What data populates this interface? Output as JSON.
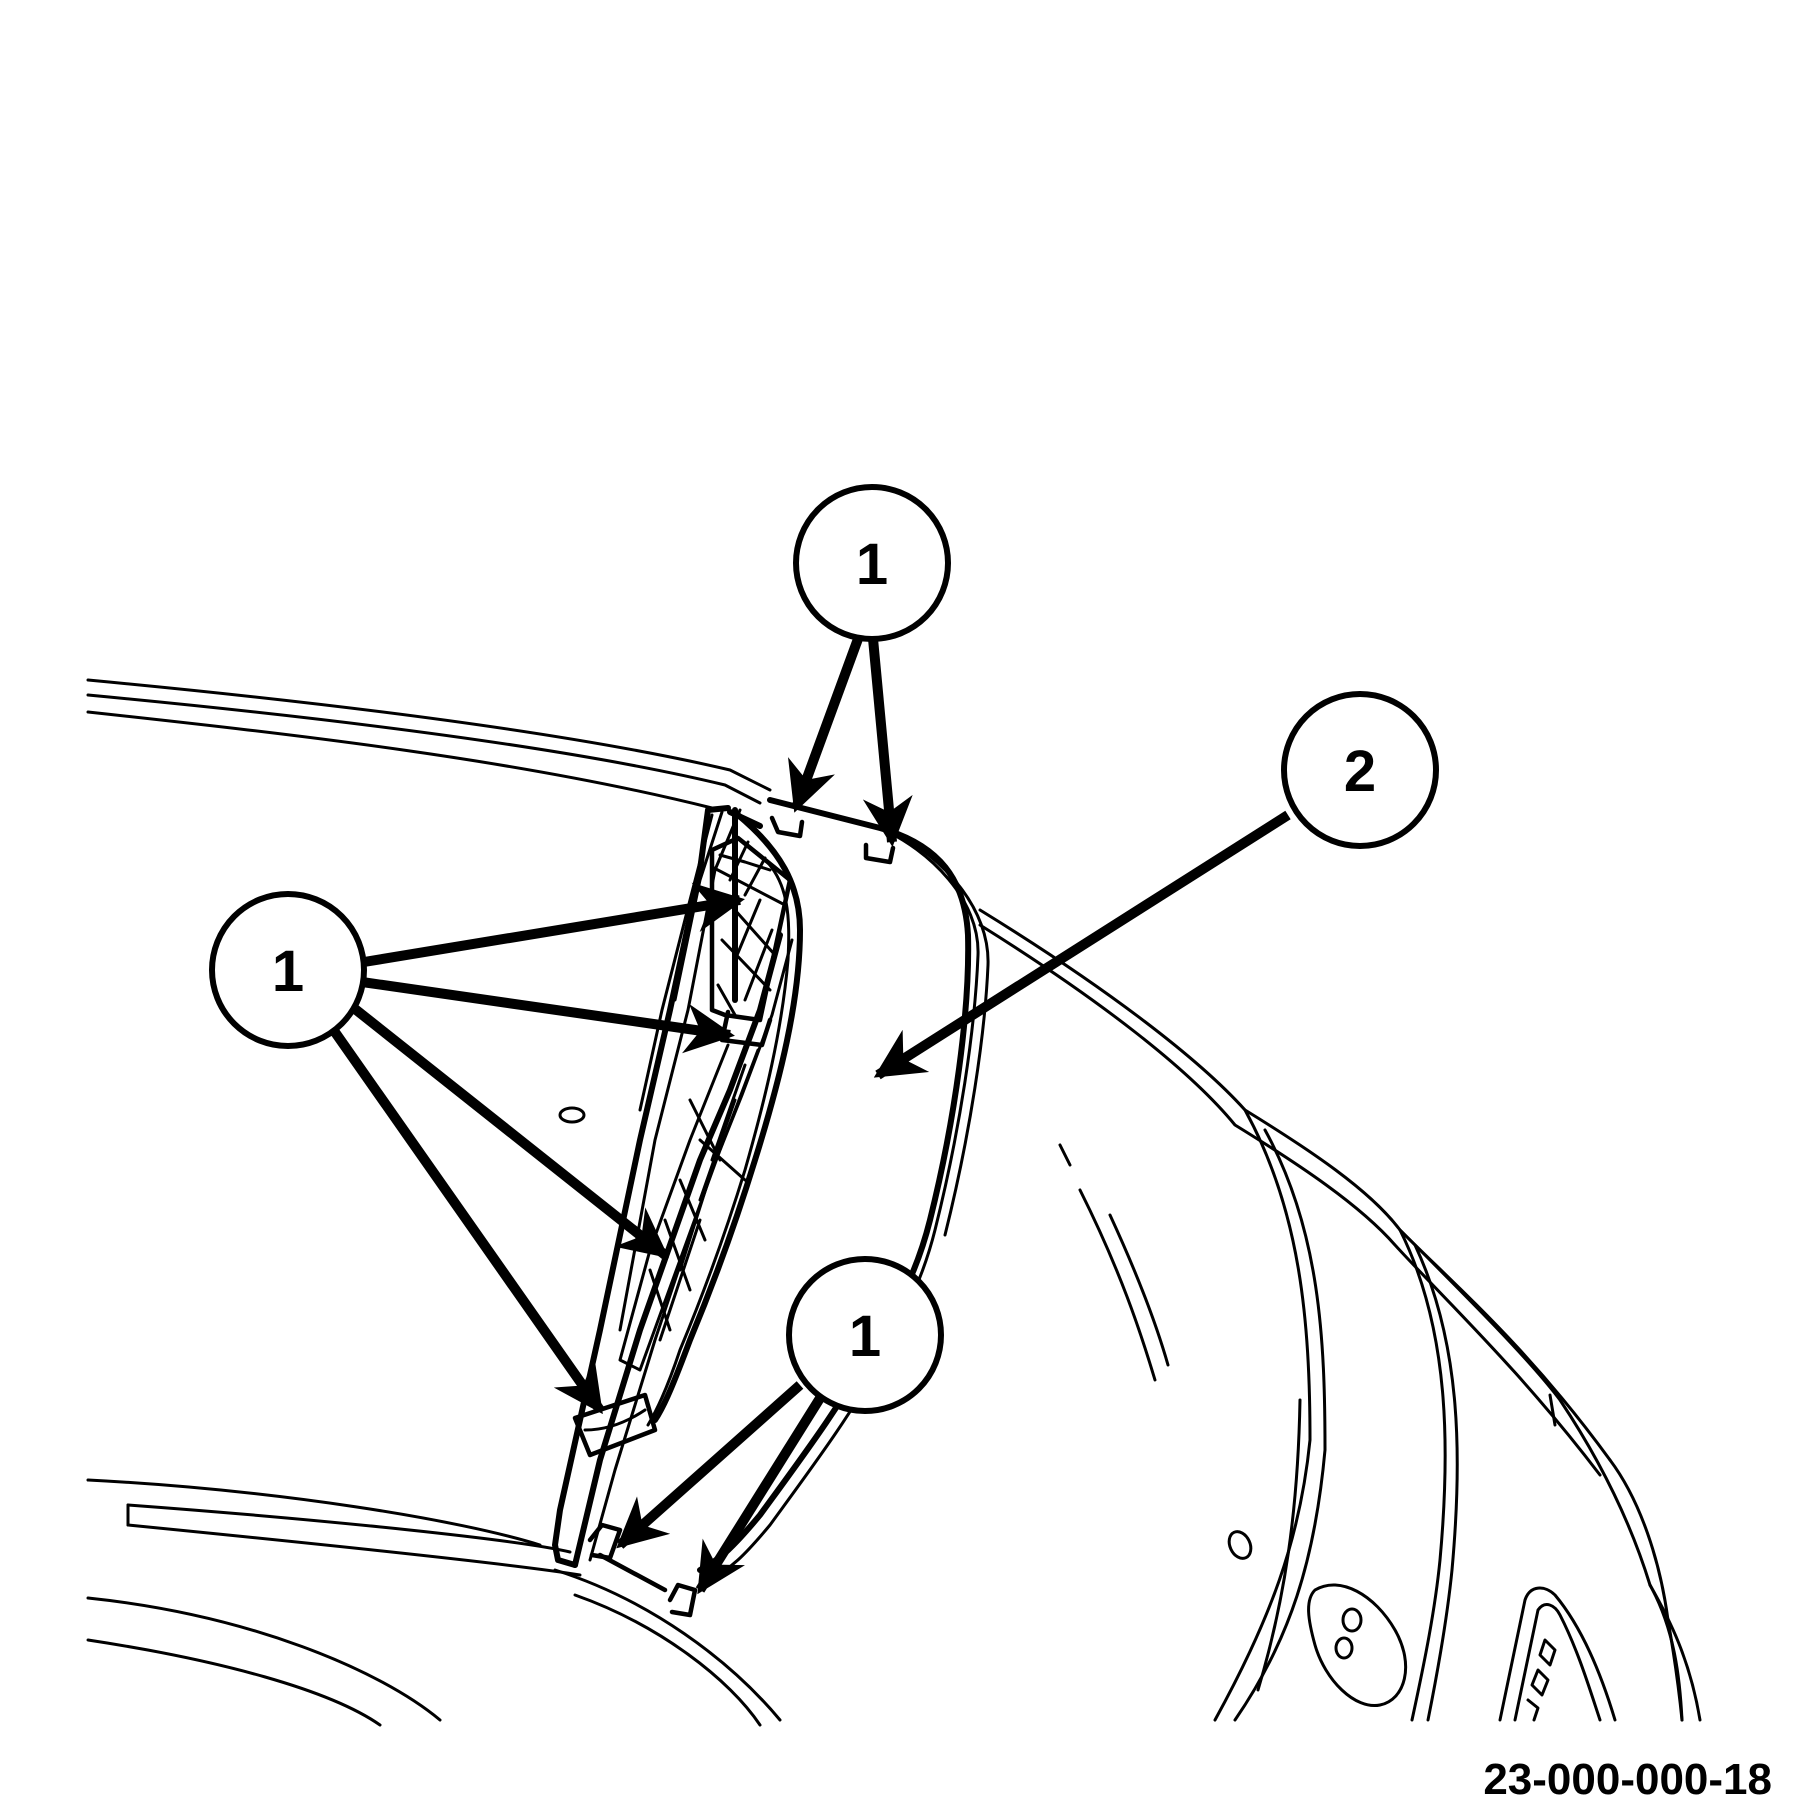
{
  "figure": {
    "id_label": "23-000-000-18"
  },
  "callouts": [
    {
      "number": "1"
    },
    {
      "number": "1"
    },
    {
      "number": "2"
    },
    {
      "number": "1"
    }
  ],
  "colors": {
    "line": "#000000",
    "background": "#ffffff"
  }
}
